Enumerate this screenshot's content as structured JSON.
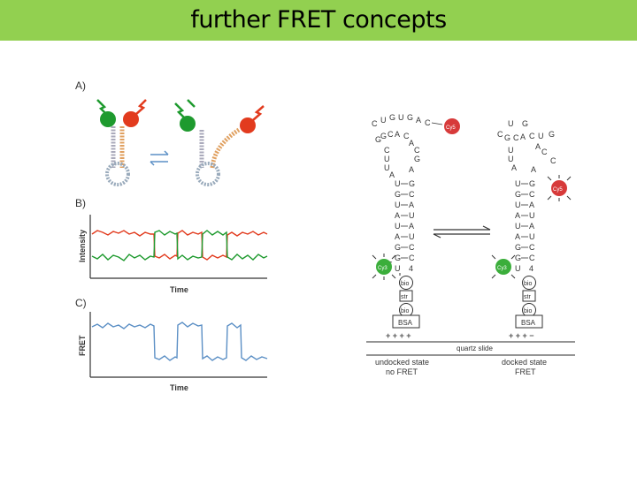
{
  "slide": {
    "title": "further FRET concepts",
    "colors": {
      "title_bar": "#92d050",
      "donor": "#1e9a2e",
      "acceptor": "#e23b1e",
      "fret_trace": "#5b8fc5"
    }
  },
  "left_figure": {
    "panel_a_label": "A)",
    "panel_b_label": "B)",
    "panel_c_label": "C)",
    "b_ylabel": "Intensity",
    "b_xlabel": "Time",
    "c_ylabel": "FRET",
    "c_xlabel": "Time"
  },
  "right_figure": {
    "left_loop_seq": [
      "C",
      "U",
      "G",
      "U",
      "G",
      "A",
      "C"
    ],
    "left_stem": [
      [
        "U",
        "G"
      ],
      [
        "G",
        "C"
      ],
      [
        "U",
        "A"
      ],
      [
        "A",
        "U"
      ],
      [
        "U",
        "A"
      ],
      [
        "A",
        "U"
      ],
      [
        "G",
        "C"
      ],
      [
        "G",
        "C"
      ],
      [
        "U",
        "4"
      ]
    ],
    "cy3_label": "Cy3",
    "cy5_label": "Cy5",
    "bio_label": "bio",
    "str_label": "str",
    "bsa_label": "BSA",
    "surface_charges": "+ + + +",
    "surface_charges_right": "+ + + −",
    "quartz_label": "quartz slide",
    "undocked_state": "undocked state",
    "undocked_fret": "no FRET",
    "docked_state": "docked state",
    "docked_fret": "FRET"
  }
}
